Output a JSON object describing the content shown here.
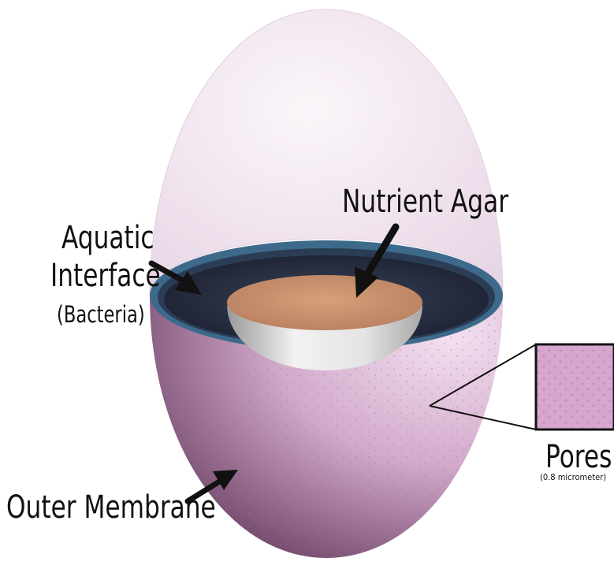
{
  "labels": {
    "nutrient_agar": "Nutrient Agar",
    "aquatic": "Aquatic",
    "interface": "Interface",
    "bacteria": "(Bacteria)",
    "outer_membrane": "Outer Membrane",
    "pores": "Pores",
    "pore_size": "(0.8 micrometer)"
  },
  "colors": {
    "upper_shell": "#f3e9f2",
    "lower_shell_light": "#e6cde3",
    "lower_shell_dark": "#6a3c60",
    "aquatic_rim": "#3f6b8c",
    "interior_dark": "#1f2535",
    "agar": "#c8926c",
    "cup": "#d6d6d6",
    "pore_fill": "#d7a6cf",
    "pore_dot": "#c18ab8",
    "text": "#111111"
  }
}
